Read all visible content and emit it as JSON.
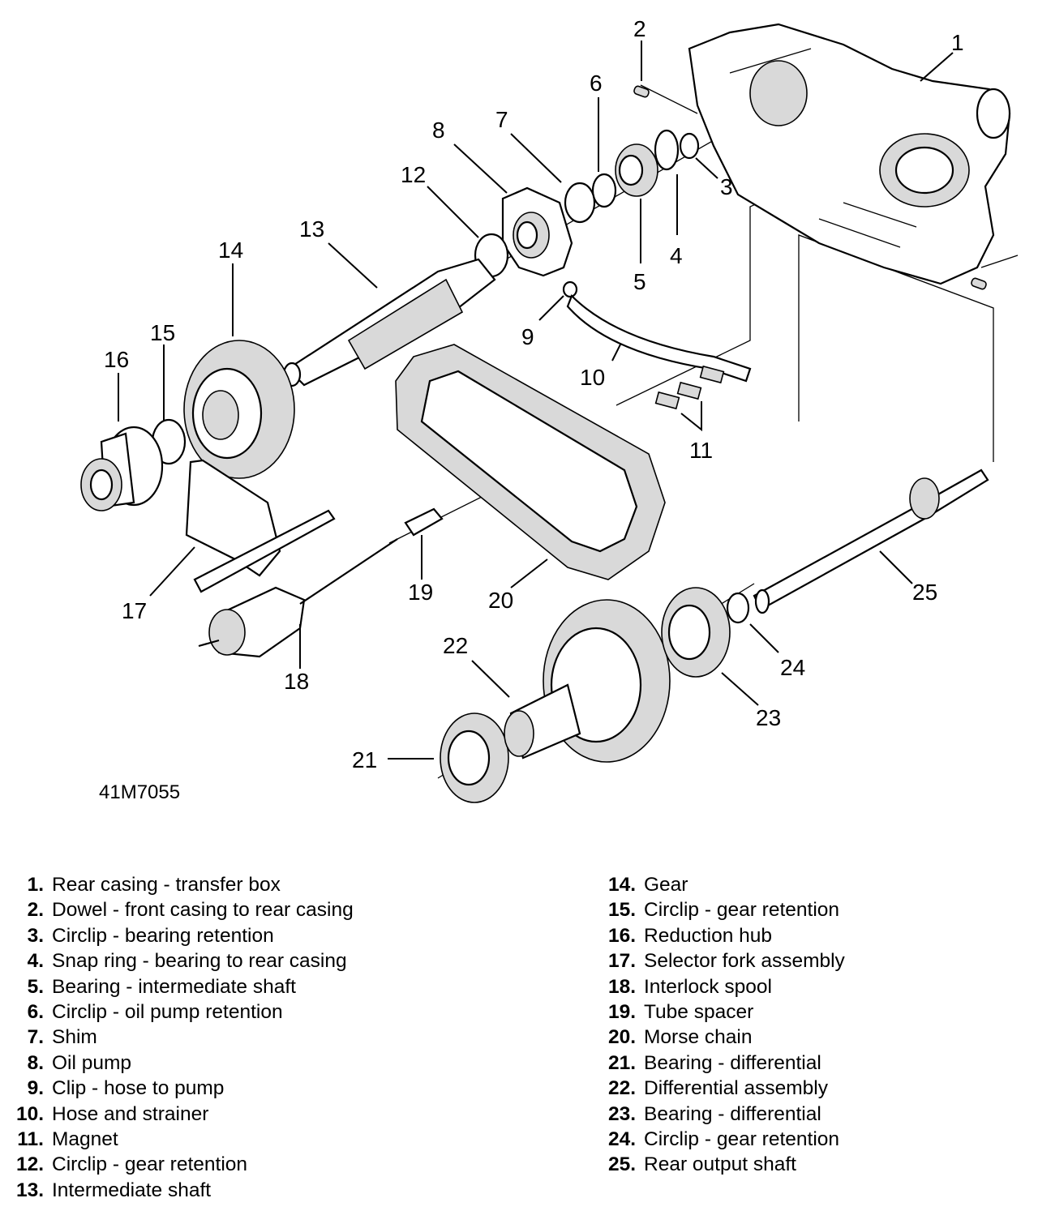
{
  "figure_ref": "41M7055",
  "callouts": [
    "1",
    "2",
    "3",
    "4",
    "5",
    "6",
    "7",
    "8",
    "9",
    "10",
    "11",
    "12",
    "13",
    "14",
    "15",
    "16",
    "17",
    "18",
    "19",
    "20",
    "21",
    "22",
    "23",
    "24",
    "25"
  ],
  "legend_left": [
    {
      "num": "1.",
      "label": "Rear casing - transfer box"
    },
    {
      "num": "2.",
      "label": "Dowel - front casing to rear casing"
    },
    {
      "num": "3.",
      "label": "Circlip - bearing retention"
    },
    {
      "num": "4.",
      "label": "Snap ring - bearing to rear casing"
    },
    {
      "num": "5.",
      "label": "Bearing - intermediate shaft"
    },
    {
      "num": "6.",
      "label": "Circlip - oil pump retention"
    },
    {
      "num": "7.",
      "label": "Shim"
    },
    {
      "num": "8.",
      "label": "Oil pump"
    },
    {
      "num": "9.",
      "label": "Clip - hose to pump"
    },
    {
      "num": "10.",
      "label": "Hose and strainer"
    },
    {
      "num": "11.",
      "label": "Magnet"
    },
    {
      "num": "12.",
      "label": "Circlip - gear retention"
    },
    {
      "num": "13.",
      "label": "Intermediate shaft"
    }
  ],
  "legend_right": [
    {
      "num": "14.",
      "label": "Gear"
    },
    {
      "num": "15.",
      "label": "Circlip - gear retention"
    },
    {
      "num": "16.",
      "label": "Reduction hub"
    },
    {
      "num": "17.",
      "label": "Selector fork assembly"
    },
    {
      "num": "18.",
      "label": "Interlock spool"
    },
    {
      "num": "19.",
      "label": "Tube spacer"
    },
    {
      "num": "20.",
      "label": "Morse chain"
    },
    {
      "num": "21.",
      "label": "Bearing - differential"
    },
    {
      "num": "22.",
      "label": "Differential assembly"
    },
    {
      "num": "23.",
      "label": "Bearing - differential"
    },
    {
      "num": "24.",
      "label": "Circlip - gear retention"
    },
    {
      "num": "25.",
      "label": "Rear output shaft"
    }
  ]
}
